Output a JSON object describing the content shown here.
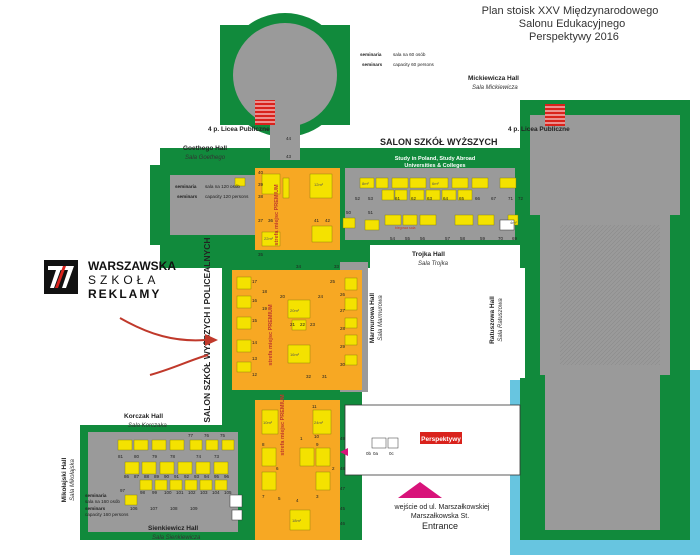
{
  "title_lines": [
    "Plan stoisk XXV Międzynarodowego",
    "Salonu Edukacyjnego",
    "Perspektywy 2016"
  ],
  "halls": {
    "mickiewicza": {
      "name": "Mickiewicza Hall",
      "sub": "Sala Mickiewicza"
    },
    "goethego": {
      "name": "Goethego Hall",
      "sub": "Sala Goethego"
    },
    "trojka": {
      "name": "Trojka Hall",
      "sub": "Sala Trojka"
    },
    "marmurowa": {
      "name": "Marmurowa Hall",
      "sub": "Sala Marmurowa"
    },
    "ratuszowa": {
      "name": "Ratuszowa Hall",
      "sub": "Sala Ratuszowa"
    },
    "korczak": {
      "name": "Korczak Hall",
      "sub": "Sala Korczaka"
    },
    "mikolajska": {
      "name": "Mikołajski Hall",
      "sub": "Sala Mikołajska"
    },
    "sienkiewicz": {
      "name": "Sienkiewicz Hall",
      "sub": "Sala Sienkiewicza"
    }
  },
  "seminars": {
    "mick": {
      "l1": "seminaria",
      "l1b": "sala na 60 osób",
      "l2": "seminars",
      "l2b": "capacity 60 persons"
    },
    "goethe": {
      "l1": "seminaria",
      "l1b": "sala na 120 osób",
      "l2": "seminars",
      "l2b": "capacity 120 persons"
    },
    "mikol": {
      "l1": "seminaria",
      "l1b": "sala na 160 osób",
      "l2": "seminars",
      "l2b": "capacity 160 persons"
    }
  },
  "labels": {
    "licea_left": "4 p. Licea Publiczne",
    "licea_right": "4 p. Licea Publiczne",
    "salon_wyzszych": "SALON SZKÓŁ WYŻSZYCH",
    "study_l1": "Study in Poland, Study Abroad",
    "study_l2": "Universities & Colleges",
    "salon_policealnych": "SALON SZKÓŁ WYŻSZYCH I POLICEALNYCH",
    "premium": "strefa miejsc PREMIUM",
    "perspektywy_sign": "Perspektywy",
    "bieganie": "biegowa sala",
    "entrance_l1": "wejście od ul. Marszałkowskiej",
    "entrance_l2": "Marszałkowska St.",
    "entrance_l3": "Entrance"
  },
  "logo": {
    "line1": "WARSZAWSKA",
    "line2": "SZKOŁA",
    "line3": "REKLAMY"
  },
  "stand_numbers": {
    "top_row": [
      "61",
      "62",
      "63",
      "64",
      "65",
      "66",
      "67"
    ],
    "top_row2": [
      "52",
      "53",
      "71",
      "72"
    ],
    "bottom_row": [
      "54",
      "55",
      "56",
      "57",
      "58",
      "59",
      "70",
      "69"
    ],
    "corridor": [
      "50",
      "51"
    ],
    "mid_left": [
      "37",
      "36",
      "35",
      "43",
      "44"
    ],
    "mid_right": [
      "41",
      "42",
      "40",
      "39",
      "38"
    ],
    "centre_top": [
      "34",
      "33",
      "17",
      "18",
      "19",
      "20",
      "21",
      "22",
      "23",
      "24",
      "25",
      "26",
      "27",
      "28",
      "29",
      "30",
      "31",
      "32"
    ],
    "centre_left": [
      "16",
      "15",
      "14",
      "13",
      "12"
    ],
    "lower": [
      "11",
      "10",
      "9",
      "8",
      "7",
      "6",
      "5",
      "4",
      "3",
      "2",
      "1"
    ],
    "korczak": [
      "81",
      "80",
      "79",
      "78",
      "77",
      "76",
      "75",
      "74",
      "73"
    ],
    "sienk": [
      "86",
      "87",
      "88",
      "89",
      "90",
      "91",
      "92",
      "93",
      "94",
      "95",
      "96",
      "97",
      "98",
      "99",
      "100",
      "101",
      "102",
      "103",
      "104",
      "105",
      "106",
      "107",
      "108",
      "109"
    ],
    "near_entrance": [
      "0a",
      "0b",
      "0c",
      "49",
      "48",
      "47",
      "45",
      "46"
    ]
  },
  "sqm_labels": [
    "12m²",
    "8m²",
    "6m²",
    "4m²",
    "20m²",
    "16m²",
    "22m²",
    "10m²",
    "24m²",
    "18m²"
  ],
  "colors": {
    "wall": "#118a3c",
    "floor": "#9a9a9a",
    "premium": "#f7a823",
    "stand": "#f4e200",
    "water": "#67c5e0",
    "arrow_red": "#c0392b",
    "sign_red": "#d9221c",
    "entrance_tri": "#d8137a"
  }
}
